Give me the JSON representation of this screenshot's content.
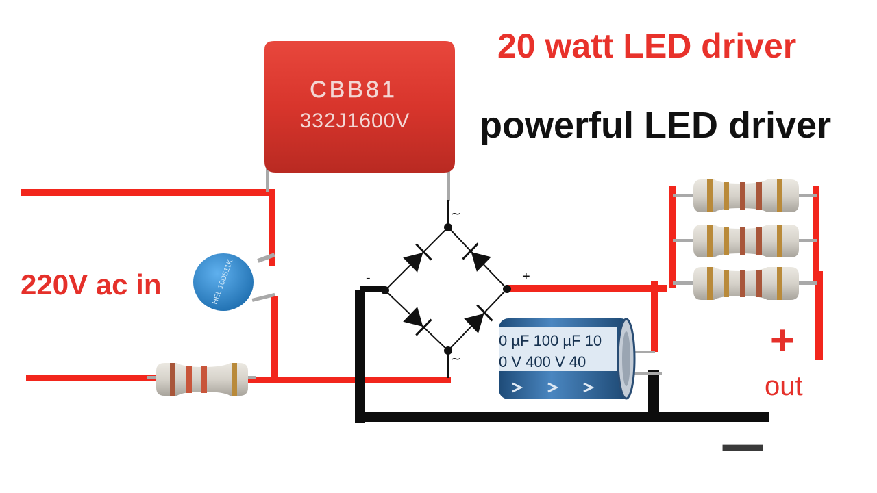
{
  "title": "20 watt LED driver",
  "subtitle": "powerful LED driver",
  "input_label": "220V ac in",
  "output_label": "out",
  "output_plus": "+",
  "output_minus": "—",
  "components": {
    "film_capacitor": {
      "line1": "CBB81",
      "line2": "332J1600V"
    },
    "electrolytic_capacitor": {
      "line1": "0 µF  100 µF  10",
      "line2": "0 V   400 V   40"
    },
    "varistor": {
      "text": "HEL 10D511K"
    },
    "bridge": {
      "ac_top": "~",
      "ac_bottom": "~",
      "dc_minus": "-",
      "dc_plus": "+"
    }
  },
  "colors": {
    "wire_red": "#f2261c",
    "wire_black": "#0d0d0d",
    "capacitor_red": "#d8352c",
    "electrolytic_blue": "#2c5f8e",
    "varistor_blue": "#2c84c9",
    "resistor_body": "#d4d0c8",
    "resistor_band": "#a8563a"
  }
}
